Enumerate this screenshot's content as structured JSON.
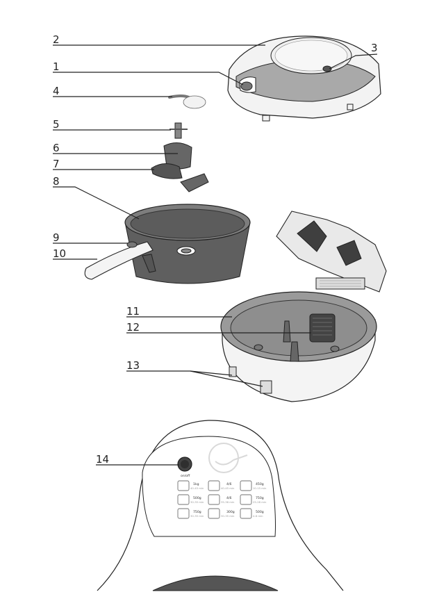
{
  "callouts": {
    "c1": "1",
    "c2": "2",
    "c3": "3",
    "c4": "4",
    "c5": "5",
    "c6": "6",
    "c7": "7",
    "c8": "8",
    "c9": "9",
    "c10": "10",
    "c11": "11",
    "c12": "12",
    "c13": "13",
    "c14": "14"
  },
  "control_panel": {
    "power_label": "on/off",
    "recipes": [
      {
        "amount": "1kg",
        "time": "40-45 min"
      },
      {
        "amount": "4/6",
        "time": "40-45 min"
      },
      {
        "amount": "450g",
        "time": "10-15 min"
      },
      {
        "amount": "500g",
        "time": "30-35 min"
      },
      {
        "amount": "4/6",
        "time": "35-38 min"
      },
      {
        "amount": "750g",
        "time": "25-28 min"
      },
      {
        "amount": "750g",
        "time": "30-35 min"
      },
      {
        "amount": "300g",
        "time": "30-35 min"
      },
      {
        "amount": "500g",
        "time": "4-8 min"
      }
    ]
  },
  "colors": {
    "line": "#222222",
    "body_light": "#f4f4f4",
    "body_gray": "#9a9a9a",
    "dark": "#555555",
    "pan": "#5f5f5f"
  }
}
